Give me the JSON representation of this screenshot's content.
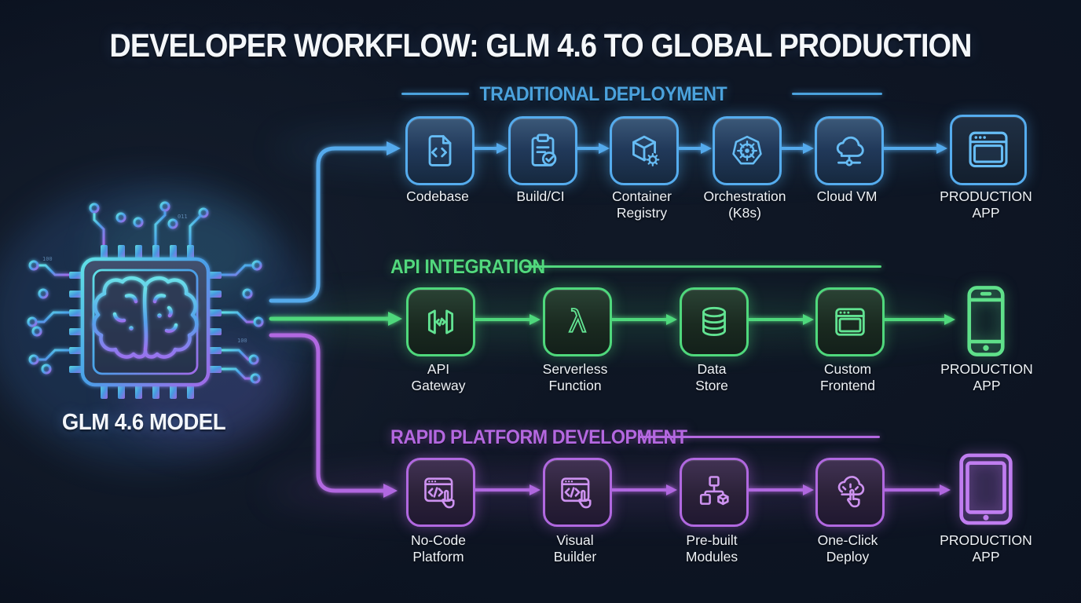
{
  "title": "DEVELOPER WORKFLOW: GLM 4.6 TO GLOBAL PRODUCTION",
  "chip": {
    "label": "GLM 4.6 MODEL",
    "circuit_digits": [
      "100",
      "011",
      "100"
    ]
  },
  "colors": {
    "traditional_blue": "#55acee",
    "api_green": "#4fd87c",
    "rapid_purple": "#b168e0",
    "background": "#0b1220",
    "label_text": "#eef2f7"
  },
  "rows": [
    {
      "header": "TRADITIONAL DEPLOYMENT",
      "color": "#4ba2dd",
      "steps": [
        {
          "label": "Codebase",
          "icon": "code-file-icon"
        },
        {
          "label": "Build/CI",
          "icon": "clipboard-check-icon"
        },
        {
          "label": "Container\nRegistry",
          "icon": "container-cube-gear-icon"
        },
        {
          "label": "Orchestration\n(K8s)",
          "icon": "kubernetes-wheel-icon"
        },
        {
          "label": "Cloud VM",
          "icon": "cloud-network-icon"
        },
        {
          "label": "PRODUCTION\nAPP",
          "icon": "browser-window-icon"
        }
      ]
    },
    {
      "header": "API INTEGRATION",
      "color": "#52d87e",
      "steps": [
        {
          "label": "API\nGateway",
          "icon": "api-gateway-icon"
        },
        {
          "label": "Serverless\nFunction",
          "icon": "lambda-icon"
        },
        {
          "label": "Data\nStore",
          "icon": "database-icon"
        },
        {
          "label": "Custom\nFrontend",
          "icon": "browser-window-icon"
        },
        {
          "label": "PRODUCTION\nAPP",
          "icon": "smartphone-icon"
        }
      ]
    },
    {
      "header": "RAPID PLATFORM DEVELOPMENT",
      "color": "#b468e0",
      "steps": [
        {
          "label": "No-Code\nPlatform",
          "icon": "window-code-pointer-icon"
        },
        {
          "label": "Visual\nBuilder",
          "icon": "window-code-pointer-icon"
        },
        {
          "label": "Pre-built\nModules",
          "icon": "modules-tree-icon"
        },
        {
          "label": "One-Click\nDeploy",
          "icon": "cloud-click-icon"
        },
        {
          "label": "PRODUCTION\nAPP",
          "icon": "tablet-icon"
        }
      ]
    }
  ]
}
